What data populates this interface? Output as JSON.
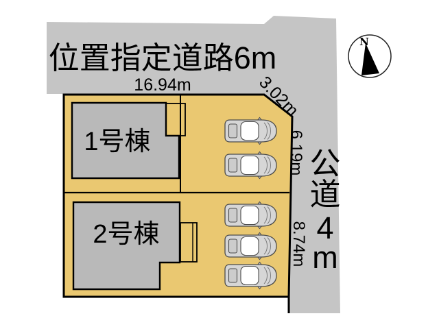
{
  "colors": {
    "road_fill": "#c5c5c5",
    "plot_fill": "#eac871",
    "building_fill": "#b9b9b9",
    "car_body": "#d6d6d6",
    "cabin_fill": "#ffffff",
    "outline": "#000000"
  },
  "roads": {
    "top_label": "位置指定道路6m",
    "right_chars": [
      "公",
      "道",
      "4",
      "m"
    ]
  },
  "dimensions": {
    "top_width": "16.94m",
    "diagonal": "3.02m",
    "right_upper": "6.19m",
    "right_lower": "8.74m"
  },
  "buildings": {
    "b1_label": "1号棟",
    "b2_label": "2号棟"
  },
  "parking": {
    "car_count": 5
  },
  "compass": {
    "north_label": "N"
  }
}
